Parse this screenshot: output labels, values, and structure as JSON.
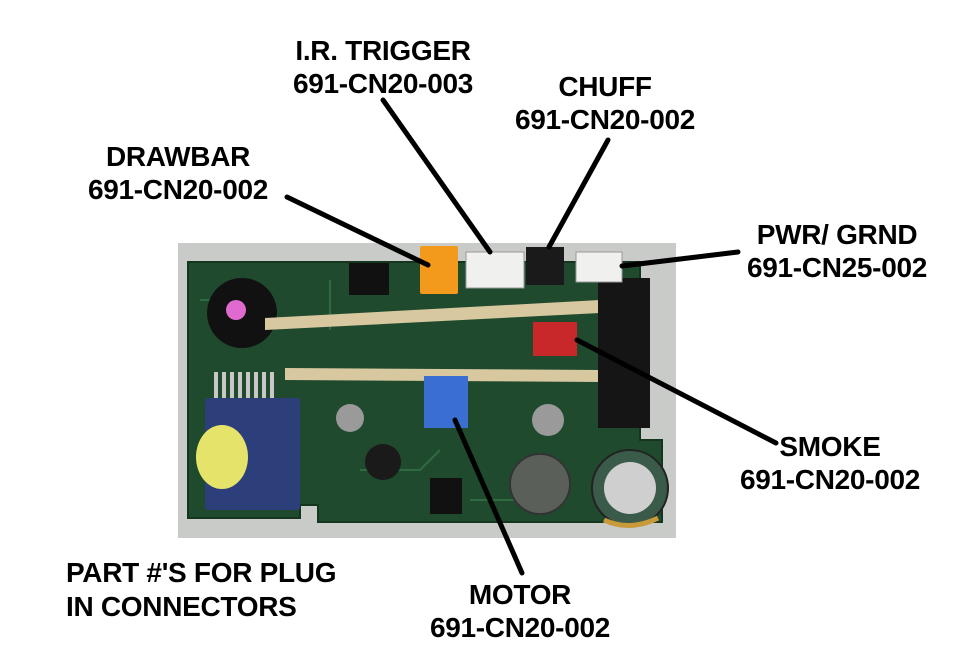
{
  "connectors": [
    {
      "id": "ir-trigger",
      "name": "I.R. TRIGGER",
      "part": "691-CN20-003"
    },
    {
      "id": "chuff",
      "name": "CHUFF",
      "part": "691-CN20-002"
    },
    {
      "id": "drawbar",
      "name": "DRAWBAR",
      "part": "691-CN20-002"
    },
    {
      "id": "pwr-grnd",
      "name": "PWR/ GRND",
      "part": "691-CN25-002"
    },
    {
      "id": "smoke",
      "name": "SMOKE",
      "part": "691-CN20-002"
    },
    {
      "id": "motor",
      "name": "MOTOR",
      "part": "691-CN20-002"
    }
  ],
  "note": {
    "line1": "PART #'S FOR PLUG",
    "line2": "IN CONNECTORS"
  },
  "colors": {
    "pcb": "#1f4a2e",
    "pcb_light": "#2f6a42",
    "orange_connector": "#f39a1c",
    "red_connector": "#c8282a",
    "blue_potentiometer": "#3a6fd1",
    "yellow_wrap": "#e6e36a",
    "leader_line": "#000000"
  }
}
